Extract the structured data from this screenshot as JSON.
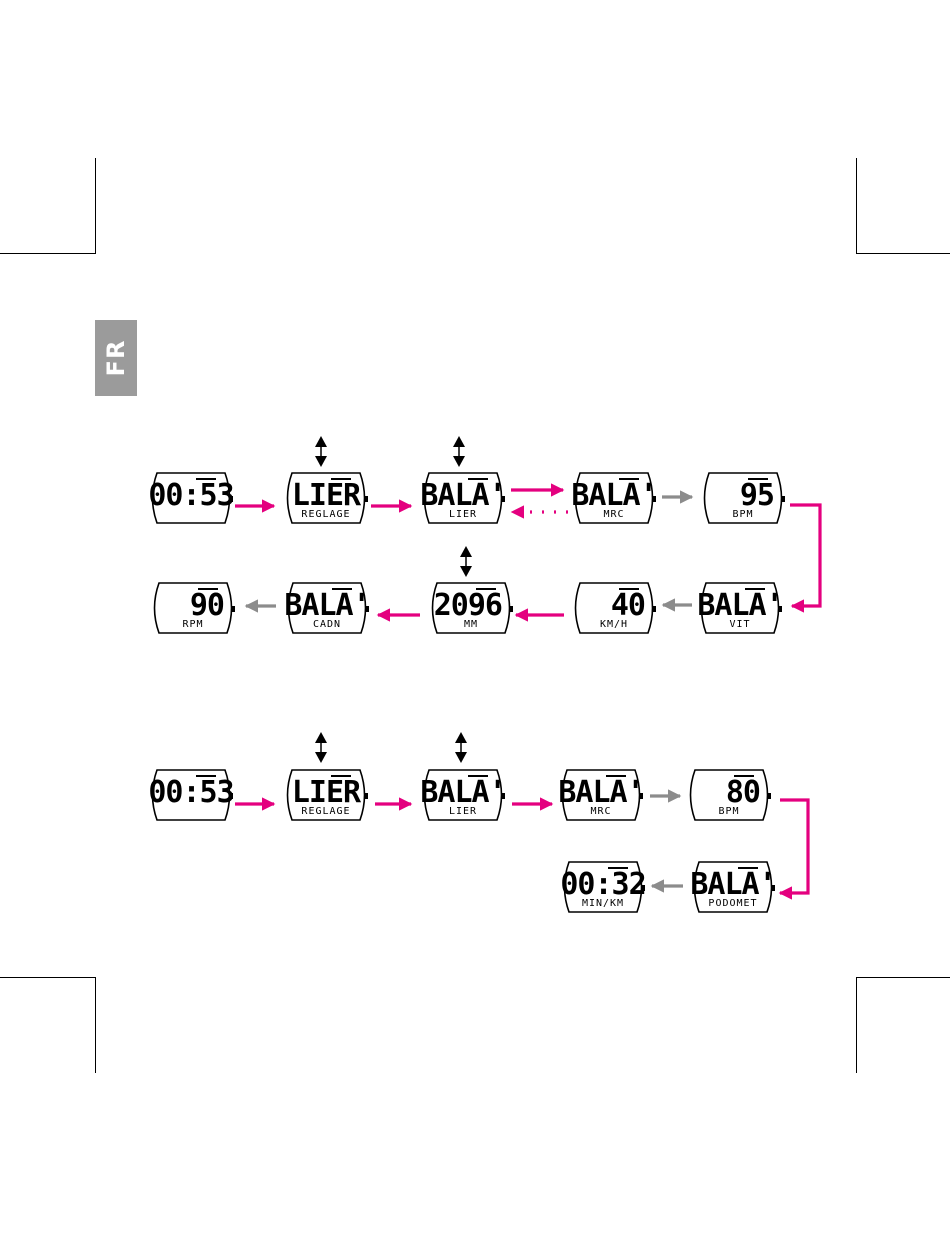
{
  "language_tab": "FR",
  "colors": {
    "accent": "#e4007f",
    "neutral": "#8c8c8c",
    "tab": "#9b9b9b",
    "ink": "#000000"
  },
  "row1": {
    "screens": [
      {
        "main": "00:53",
        "sub": ""
      },
      {
        "main": "LIER",
        "sub": "REGLAGE"
      },
      {
        "main": "BALA'",
        "sub": "LIER"
      },
      {
        "main": "BALA'",
        "sub": "MRC"
      },
      {
        "main": "95",
        "sub": "BPM"
      },
      {
        "main": "BALA'",
        "sub": "VIT"
      },
      {
        "main": "40",
        "sub": "KM/H"
      },
      {
        "main": "2096",
        "sub": "MM"
      },
      {
        "main": "BALA'",
        "sub": "CADN"
      },
      {
        "main": "90",
        "sub": "RPM"
      }
    ]
  },
  "row2": {
    "screens": [
      {
        "main": "00:53",
        "sub": ""
      },
      {
        "main": "LIER",
        "sub": "REGLAGE"
      },
      {
        "main": "BALA'",
        "sub": "LIER"
      },
      {
        "main": "BALA'",
        "sub": "MRC"
      },
      {
        "main": "80",
        "sub": "BPM"
      },
      {
        "main": "BALA'",
        "sub": "PODOMET"
      },
      {
        "main": "00:32",
        "sub": "MIN/KM"
      }
    ]
  }
}
